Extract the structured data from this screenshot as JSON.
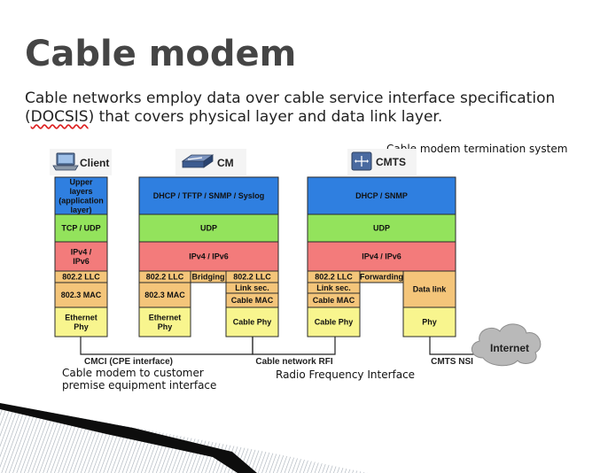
{
  "slide": {
    "title": "Cable modem",
    "body_pre": "Cable networks employ data over cable service interface specification (",
    "body_flag": "DOCSIS",
    "body_post": ") that covers physical layer and data link layer.",
    "note_cmts": "Cable modem termination system",
    "note_cmci": "Cable modem to customer premise equipment interface",
    "note_rfi": "Radio Frequency Interface"
  },
  "diagram": {
    "client": {
      "header": "Client",
      "icon": "laptop-icon",
      "layers": [
        "Upper layers (application layer)",
        "TCP / UDP",
        "IPv4 / IPv6",
        "802.2 LLC",
        "802.3 MAC",
        "Ethernet Phy"
      ]
    },
    "cm": {
      "header": "CM",
      "icon": "modem-icon",
      "top": [
        "DHCP / TFTP / SNMP / Syslog",
        "UDP",
        "IPv4 / IPv6"
      ],
      "left": [
        "802.2 LLC",
        "802.3 MAC",
        "Ethernet Phy"
      ],
      "bridge": "Bridging",
      "right": [
        "802.2 LLC",
        "Link sec.",
        "Cable MAC",
        "Cable Phy"
      ]
    },
    "cmts": {
      "header": "CMTS",
      "icon": "router-icon",
      "top": [
        "DHCP / SNMP",
        "UDP",
        "IPv4 / IPv6"
      ],
      "left": [
        "802.2 LLC",
        "Link sec.",
        "Cable MAC",
        "Cable Phy"
      ],
      "forward": "Forwarding",
      "right": [
        "Data link",
        "Phy"
      ]
    },
    "internet": "Internet",
    "links": {
      "cmci": "CMCI (CPE interface)",
      "rfi": "Cable network RFI",
      "nsi": "CMTS NSI"
    },
    "colors": {
      "blue": "#2f7fe0",
      "green": "#93e35c",
      "red": "#f37b7b",
      "orange": "#f4c57a",
      "yellow": "#f8f58e",
      "title": "#454545"
    }
  }
}
